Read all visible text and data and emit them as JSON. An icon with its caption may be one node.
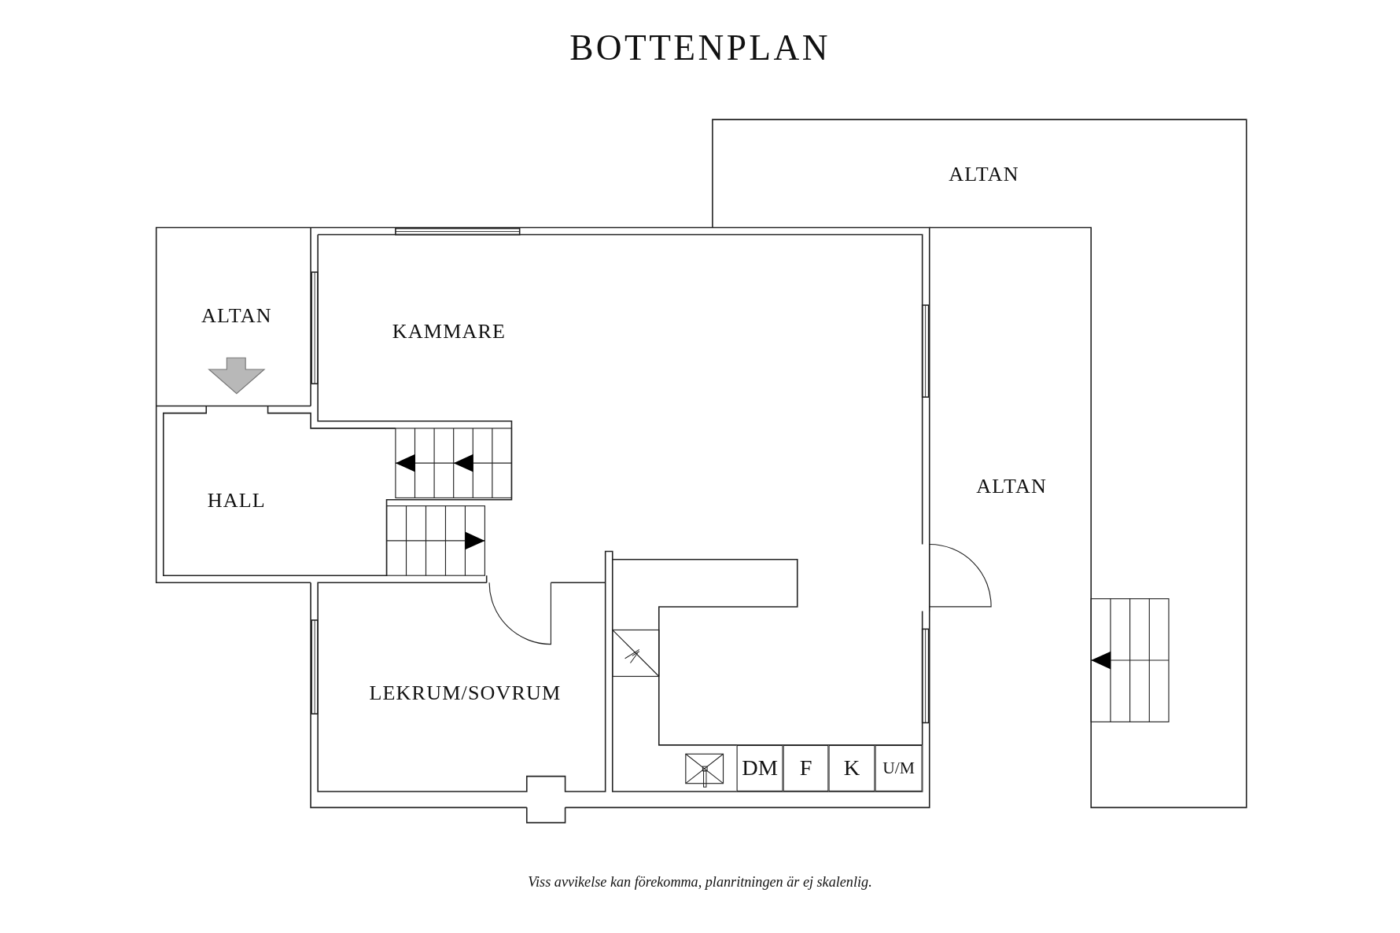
{
  "diagram": {
    "title": "BOTTENPLAN",
    "nodes": [
      {
        "text": [
          "ALTAN"
        ]
      },
      {
        "text": [
          "ALTAN"
        ]
      },
      {
        "text": [
          "KAMMARE"
        ]
      },
      {
        "text": [
          "ALTAN"
        ]
      },
      {
        "text": [
          "HALL"
        ]
      },
      {
        "text": [
          "LEKRUM/SOVRUM"
        ]
      },
      {
        "text": [
          "DM"
        ]
      },
      {
        "text": [
          "F"
        ]
      },
      {
        "text": [
          "K"
        ]
      },
      {
        "text": [
          "U/M"
        ]
      }
    ],
    "caption": "Viss avvikelse kan förekomma, planritningen är ej skalenlig."
  }
}
